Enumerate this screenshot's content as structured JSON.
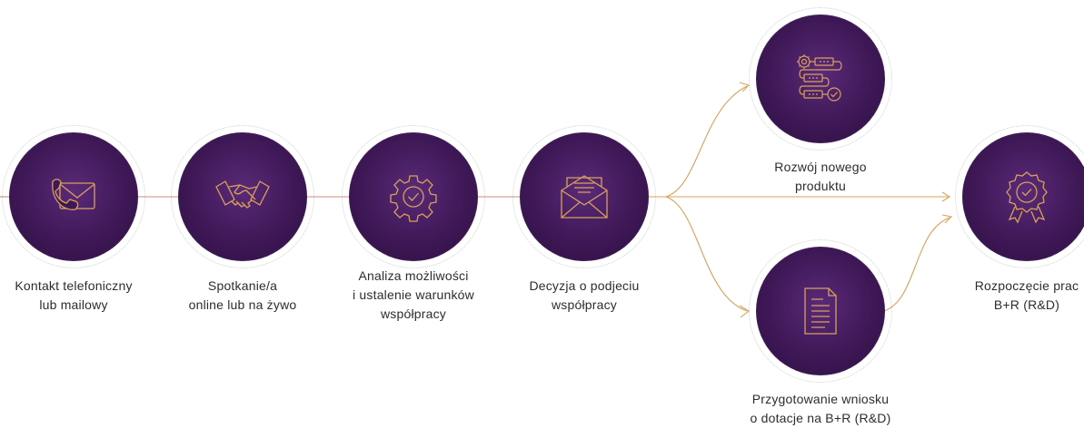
{
  "colors": {
    "circle": "#3e1856",
    "icon_stroke": "#d9a05b",
    "line": "#d9a05b",
    "text": "#2d2d2d"
  },
  "steps": [
    {
      "icon": "phone-mail-icon",
      "label_lines": [
        "Kontakt telefoniczny",
        "lub mailowy"
      ]
    },
    {
      "icon": "handshake-icon",
      "label_lines": [
        "Spotkanie/a",
        "online lub na żywo"
      ]
    },
    {
      "icon": "gear-check-icon",
      "label_lines": [
        "Analiza możliwości",
        "i ustalenie warunków",
        "współpracy"
      ]
    },
    {
      "icon": "envelope-icon",
      "label_lines": [
        "Decyzja o podjeciu",
        "współpracy"
      ]
    }
  ],
  "branches": [
    {
      "icon": "process-flow-icon",
      "label_lines": [
        "Rozwój nowego",
        "produktu"
      ]
    },
    {
      "icon": "document-icon",
      "label_lines": [
        "Przygotowanie wniosku",
        "o dotacje na B+R (R&D)"
      ]
    }
  ],
  "final": {
    "icon": "award-badge-icon",
    "label_lines": [
      "Rozpoczęcie prac",
      "B+R (R&D)"
    ]
  }
}
